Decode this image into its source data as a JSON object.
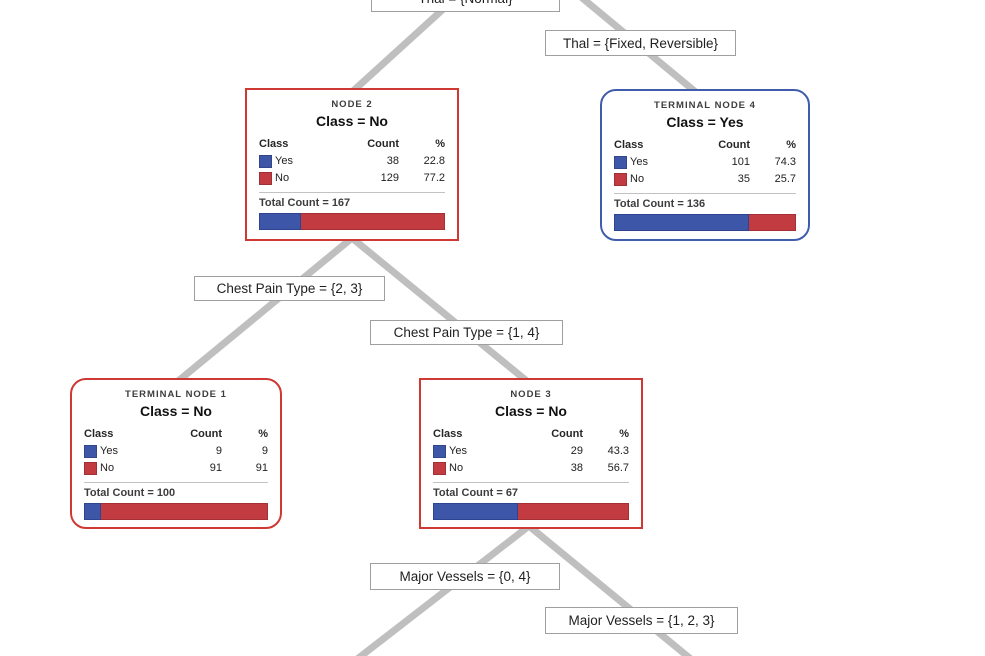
{
  "edge_labels": {
    "thal_normal": "Thal = {Normal}",
    "thal_fixed_reversible": "Thal = {Fixed, Reversible}",
    "chest_pain_2_3": "Chest Pain Type = {2, 3}",
    "chest_pain_1_4": "Chest Pain Type = {1, 4}",
    "major_vessels_0_4": "Major Vessels = {0, 4}",
    "major_vessels_1_2_3": "Major Vessels = {1, 2, 3}"
  },
  "table_headers": {
    "class": "Class",
    "count": "Count",
    "pct": "%"
  },
  "nodes": {
    "node2": {
      "title": "NODE 2",
      "class_line": "Class = No",
      "rows": [
        {
          "label": "Yes",
          "count": "38",
          "pct": "22.8"
        },
        {
          "label": "No",
          "count": "129",
          "pct": "77.2"
        }
      ],
      "total": "Total Count = 167",
      "yes_pct": 22.8,
      "no_pct": 77.2
    },
    "terminal4": {
      "title": "TERMINAL NODE 4",
      "class_line": "Class = Yes",
      "rows": [
        {
          "label": "Yes",
          "count": "101",
          "pct": "74.3"
        },
        {
          "label": "No",
          "count": "35",
          "pct": "25.7"
        }
      ],
      "total": "Total Count = 136",
      "yes_pct": 74.3,
      "no_pct": 25.7
    },
    "terminal1": {
      "title": "TERMINAL NODE 1",
      "class_line": "Class = No",
      "rows": [
        {
          "label": "Yes",
          "count": "9",
          "pct": "9"
        },
        {
          "label": "No",
          "count": "91",
          "pct": "91"
        }
      ],
      "total": "Total Count = 100",
      "yes_pct": 9,
      "no_pct": 91
    },
    "node3": {
      "title": "NODE 3",
      "class_line": "Class = No",
      "rows": [
        {
          "label": "Yes",
          "count": "29",
          "pct": "43.3"
        },
        {
          "label": "No",
          "count": "38",
          "pct": "56.7"
        }
      ],
      "total": "Total Count = 67",
      "yes_pct": 43.3,
      "no_pct": 56.7
    }
  },
  "colors": {
    "yes_blue": "#3e56a7",
    "no_red": "#c23b41",
    "red_node_border": "#ce3a33",
    "blue_node_border": "#3f5dab",
    "edge_gray": "#bfbfbf"
  }
}
